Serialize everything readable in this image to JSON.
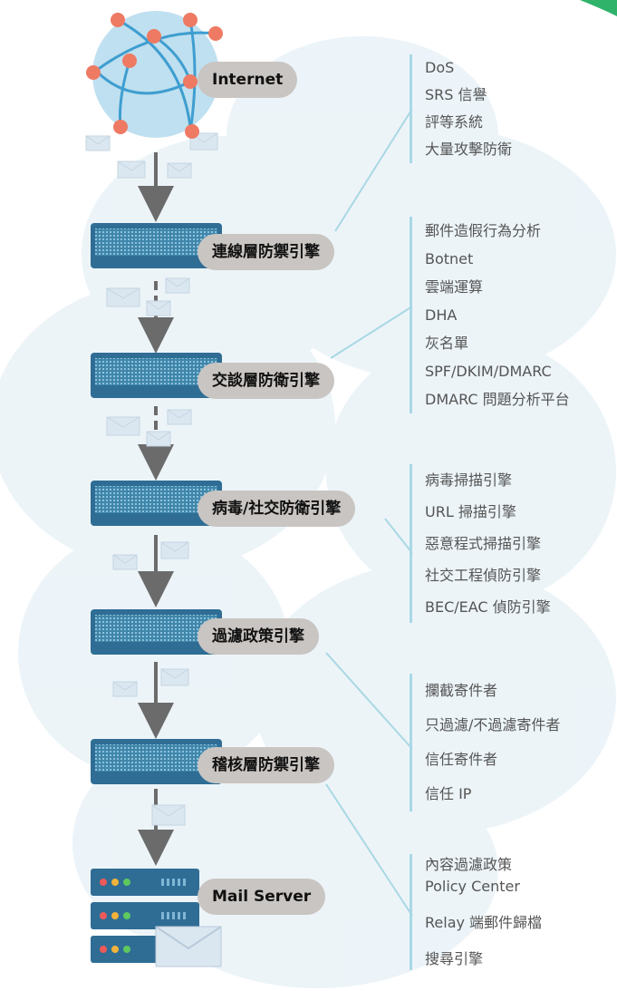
{
  "colors": {
    "cloud": "#eaf3f8",
    "line": "#a9d8e4",
    "device": "#2f6d95",
    "arrow": "#6b6b6b",
    "pill": "#c9c5c2",
    "globe": "#bfe0f0",
    "globe_node": "#ee7a63",
    "accent": "#2fb36b"
  },
  "stages": [
    {
      "id": "internet",
      "label": "Internet",
      "icon": "globe-icon"
    },
    {
      "id": "connection",
      "label": "連線層防禦引擎",
      "icon": "gateway-device-icon"
    },
    {
      "id": "session",
      "label": "交談層防衛引擎",
      "icon": "gateway-device-icon"
    },
    {
      "id": "virus",
      "label": "病毒/社交防衛引擎",
      "icon": "gateway-device-icon"
    },
    {
      "id": "filter",
      "label": "過濾政策引擎",
      "icon": "gateway-device-icon"
    },
    {
      "id": "audit",
      "label": "稽核層防禦引擎",
      "icon": "gateway-device-icon"
    },
    {
      "id": "mailserver",
      "label": "Mail Server",
      "icon": "server-stack-icon"
    }
  ],
  "feature_lists": [
    {
      "id": "internet-features",
      "items": [
        "DoS",
        "SRS 信譽",
        "評等系統",
        "大量攻擊防衛"
      ]
    },
    {
      "id": "session-features",
      "items": [
        "郵件造假行為分析",
        "Botnet",
        "雲端運算",
        "DHA",
        "灰名單",
        "SPF/DKIM/DMARC",
        "DMARC 問題分析平台"
      ]
    },
    {
      "id": "virus-features",
      "items": [
        "病毒掃描引擎",
        "URL 掃描引擎",
        "惡意程式掃描引擎",
        "社交工程偵防引擎",
        "BEC/EAC 偵防引擎"
      ]
    },
    {
      "id": "filter-features",
      "items": [
        "攔截寄件者",
        "只過濾/不過濾寄件者",
        "信任寄件者",
        "信任 IP"
      ]
    },
    {
      "id": "server-features",
      "items": [
        "內容過濾政策",
        "Policy Center",
        "Relay 端郵件歸檔",
        "搜尋引擎"
      ]
    }
  ]
}
